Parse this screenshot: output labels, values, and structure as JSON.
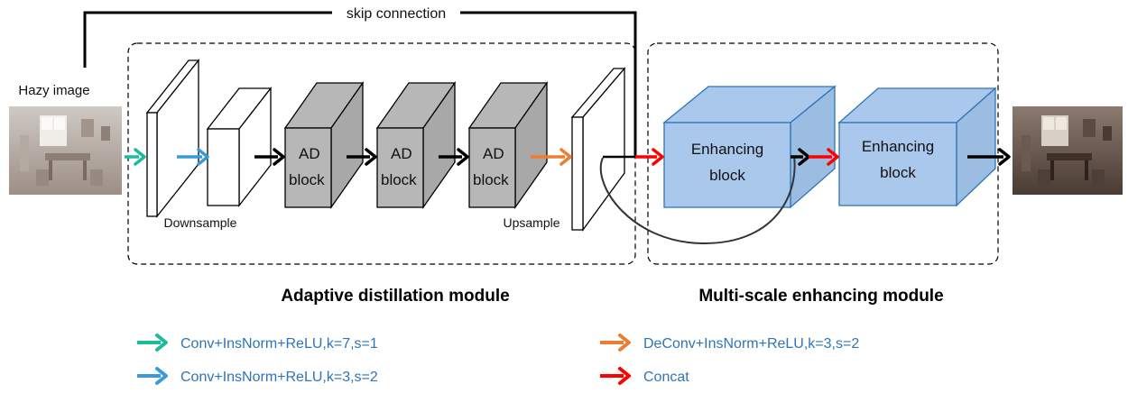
{
  "labels": {
    "skip_connection": "skip connection",
    "hazy_image": "Hazy image",
    "downsample": "Downsample",
    "upsample": "Upsample",
    "ad_block_line1": "AD",
    "ad_block_line2": "block",
    "enhancing_line1": "Enhancing",
    "enhancing_line2": "block"
  },
  "modules": {
    "adaptive": "Adaptive distillation module",
    "multiscale": "Multi-scale enhancing module"
  },
  "legend": [
    {
      "label": "Conv+InsNorm+ReLU,k=7,s=1",
      "color": "#1abc9c"
    },
    {
      "label": "Conv+InsNorm+ReLU,k=3,s=2",
      "color": "#3a9ad9"
    },
    {
      "label": "DeConv+InsNorm+ReLU,k=3,s=2",
      "color": "#ed7d31"
    },
    {
      "label": "Concat",
      "color": "#ff0000"
    }
  ],
  "colors": {
    "teal": "#1abc9c",
    "blue": "#3a9ad9",
    "orange": "#ed7d31",
    "red": "#ff0000",
    "ad_block_fill": "#b7b7b7",
    "enhancing_fill": "#a9c8eb",
    "text_blue": "#2e75b6"
  },
  "images": {
    "input": "hazy indoor room photo",
    "output": "dehazed indoor room photo"
  }
}
